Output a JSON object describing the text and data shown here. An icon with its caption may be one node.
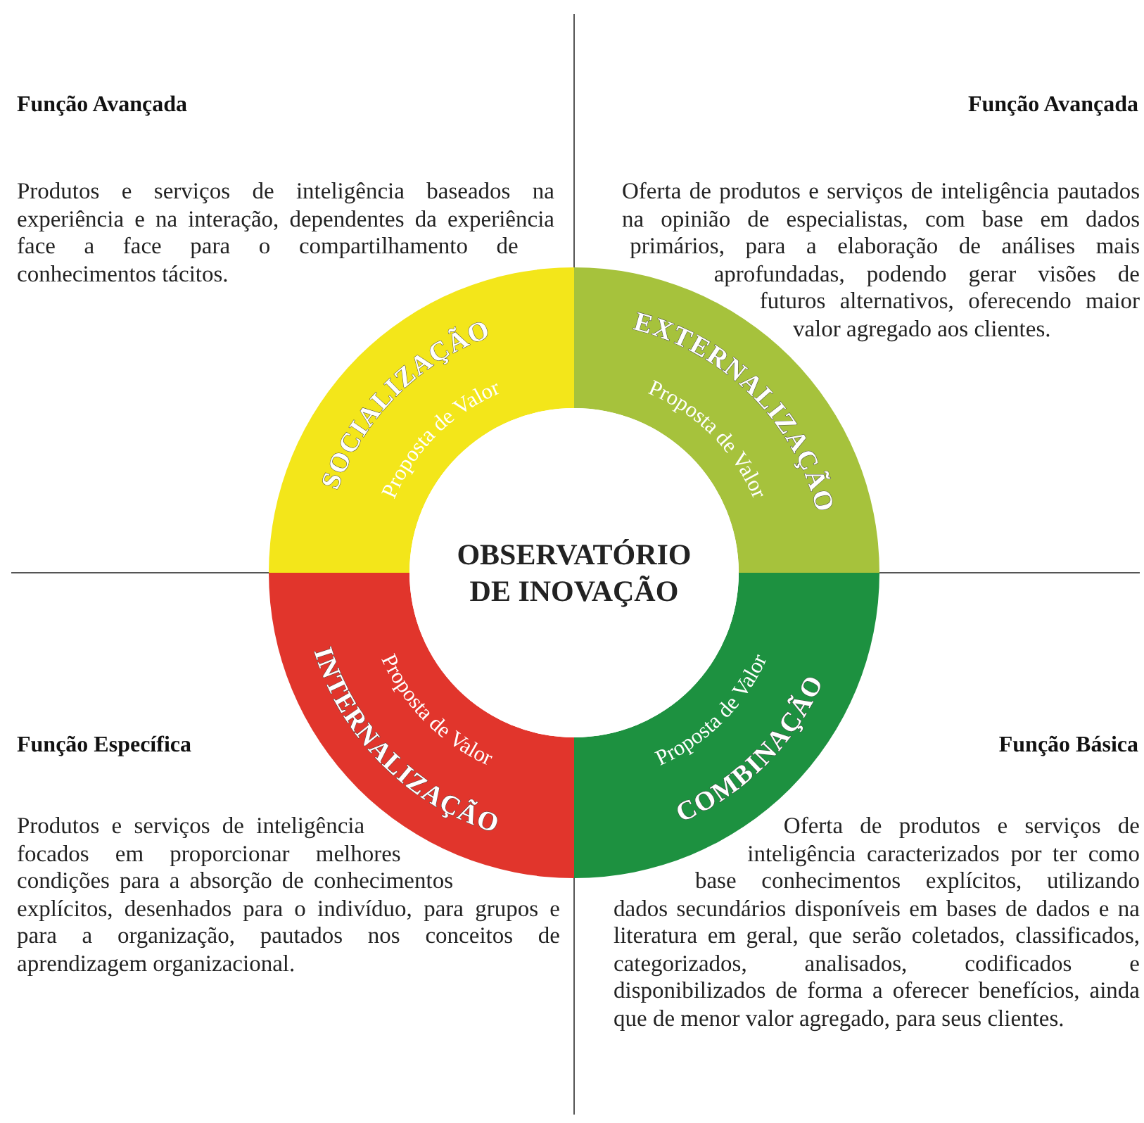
{
  "diagram": {
    "nodes": [
      {
        "text": [
          "SOCIALIZAÇÃO",
          "Proposta de Valor"
        ]
      },
      {
        "text": [
          "EXTERNALIZAÇÃO",
          "Proposta de Valor"
        ]
      },
      {
        "text": [
          "OBSERVATÓRIO DE INOVAÇÃO"
        ]
      },
      {
        "text": [
          "INTERNALIZAÇÃO",
          "Proposta de Valor"
        ]
      },
      {
        "text": [
          "COMBINAÇÃO",
          "Proposta de Valor"
        ]
      }
    ],
    "labels": [
      "Função Avançada",
      "Função Avançada",
      "Produtos e serviços de inteligência baseados na experiência e na interação, dependentes da experiência face a face para o compartilhamento de conhecimentos tácitos.",
      "Oferta de produtos e serviços de inteligência pautados na opinião de especialistas, com base em dados primários, para a elaboração de análises mais aprofundadas, podendo gerar visões de futuros alternativos, oferecendo maior valor agregado aos clientes.",
      "Função Específica",
      "Função Básica",
      "Produtos e serviços de inteligência focados em proporcionar melhores condições para a absorção de conhecimentos explícitos, desenhados para o indivíduo, para grupos e para a organização, pautados nos conceitos de aprendizagem organizacional.",
      "Oferta de produtos e serviços de inteligência caracterizados por ter como base conhecimentos explícitos, utilizando dados secundários disponíveis em bases de dados e na literatura em geral, que serão coletados, classificados, categorizados, analisados, codificados e disponibilizados de forma a oferecer benefícios, ainda que de menor valor agregado, para seus clientes."
    ]
  }
}
